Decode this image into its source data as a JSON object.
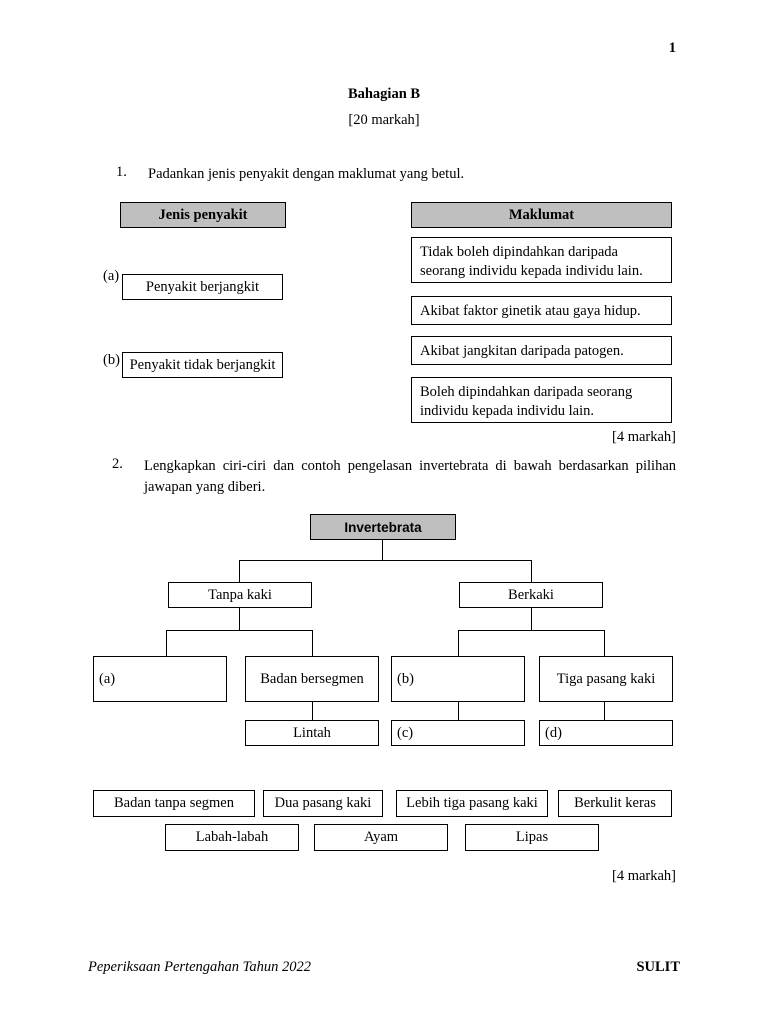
{
  "header": {
    "page_number": "1",
    "section_title": "Bahagian B",
    "section_marks": "[20 markah]"
  },
  "question1": {
    "number": "1.",
    "text": "Padankan jenis penyakit dengan maklumat yang betul.",
    "left_header": "Jenis penyakit",
    "right_header": "Maklumat",
    "left_items": [
      {
        "tag": "(a)",
        "label": "Penyakit berjangkit"
      },
      {
        "tag": "(b)",
        "label": "Penyakit tidak berjangkit"
      }
    ],
    "right_items": [
      {
        "label": "Tidak boleh dipindahkan daripada seorang individu kepada individu lain."
      },
      {
        "label": "Akibat faktor ginetik atau gaya hidup."
      },
      {
        "label": "Akibat jangkitan daripada patogen."
      },
      {
        "label": "Boleh dipindahkan daripada seorang individu kepada individu lain."
      }
    ],
    "marks": "[4 markah]"
  },
  "question2": {
    "number": "2.",
    "text": "Lengkapkan ciri-ciri dan contoh pengelasan invertebrata di bawah berdasarkan pilihan jawapan yang diberi.",
    "tree": {
      "root": "Invertebrata",
      "level2": [
        "Tanpa kaki",
        "Berkaki"
      ],
      "level3": [
        {
          "label": "(a)",
          "blank": true
        },
        {
          "label": "Badan bersegmen",
          "blank": false
        },
        {
          "label": "(b)",
          "blank": true
        },
        {
          "label": "Tiga pasang kaki",
          "blank": false
        }
      ],
      "level4": [
        {
          "label": "Lintah",
          "blank": false
        },
        {
          "label": "(c)",
          "blank": true
        },
        {
          "label": "(d)",
          "blank": true
        }
      ]
    },
    "answer_bank_row1": [
      "Badan tanpa segmen",
      "Dua pasang kaki",
      "Lebih tiga pasang kaki",
      "Berkulit keras"
    ],
    "answer_bank_row2": [
      "Labah-labah",
      "Ayam",
      "Lipas"
    ],
    "marks": "[4 markah]"
  },
  "footer": {
    "left": "Peperiksaan Pertengahan Tahun 2022",
    "right": "SULIT"
  },
  "colors": {
    "header_gray": "#bfbfbf",
    "border": "#000000",
    "page_background": "#ffffff"
  }
}
